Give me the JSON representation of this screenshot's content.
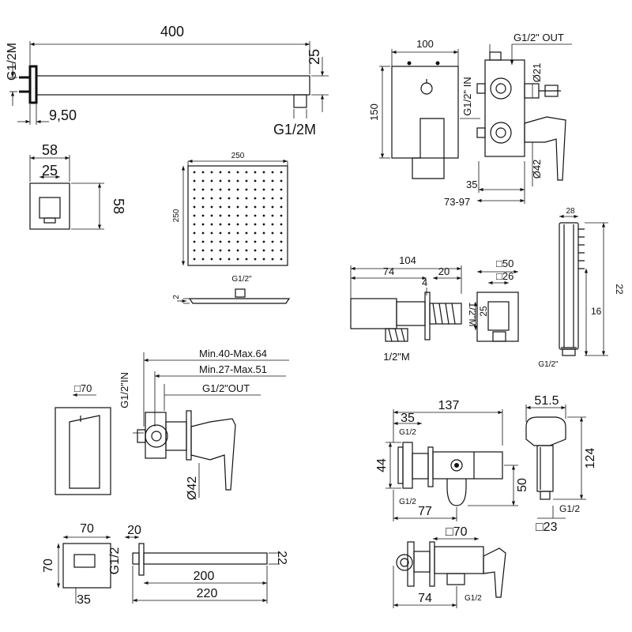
{
  "arm": {
    "length": "400",
    "thread_left": "G1/2M",
    "height": "25",
    "offset": "9,50",
    "thread_bottom": "G1/2M"
  },
  "flange": {
    "outer": "58",
    "inner": "25",
    "side": "58"
  },
  "showerhead": {
    "width": "250",
    "height": "250",
    "thread": "G1/2\"",
    "thickness": "2"
  },
  "mixer_top": {
    "width": "100",
    "out": "G1/2\" OUT",
    "height": "150",
    "in": "G1/2\" IN",
    "dia_top": "Ø21",
    "dia_bottom": "Ø42",
    "depth": "35",
    "depth_range": "73-97"
  },
  "elbow": {
    "total": "104",
    "body": "74",
    "nut": "20",
    "wall": "4",
    "thread": "1/2\"M",
    "thread_side": "1/2\"M",
    "sq_outer": "□50",
    "sq_inner": "□26",
    "sq_h": "25"
  },
  "handshower": {
    "width": "28",
    "length": "22",
    "bar": "16",
    "thread": "G1/2\""
  },
  "mixer_bottom": {
    "max": "Min.40-Max.64",
    "min": "Min.27-Max.51",
    "out": "G1/2\"OUT",
    "in": "G1/2\"IN",
    "plate": "□70",
    "dia": "Ø42"
  },
  "spout": {
    "plate_w": "70",
    "plate_h": "70",
    "offset": "35",
    "flange": "20",
    "thread": "G1/2",
    "height": "22",
    "body": "200",
    "total": "220"
  },
  "bidet": {
    "total": "137",
    "body": "35",
    "thread_top": "G1/2",
    "height": "44",
    "thread_bottom": "G1/2",
    "depth": "77",
    "drop": "50",
    "plate": "□70",
    "length": "74",
    "thread_outlet": "G1/2"
  },
  "bidet_spray": {
    "width": "51.5",
    "length": "124",
    "thread": "G1/2",
    "square": "□23"
  }
}
